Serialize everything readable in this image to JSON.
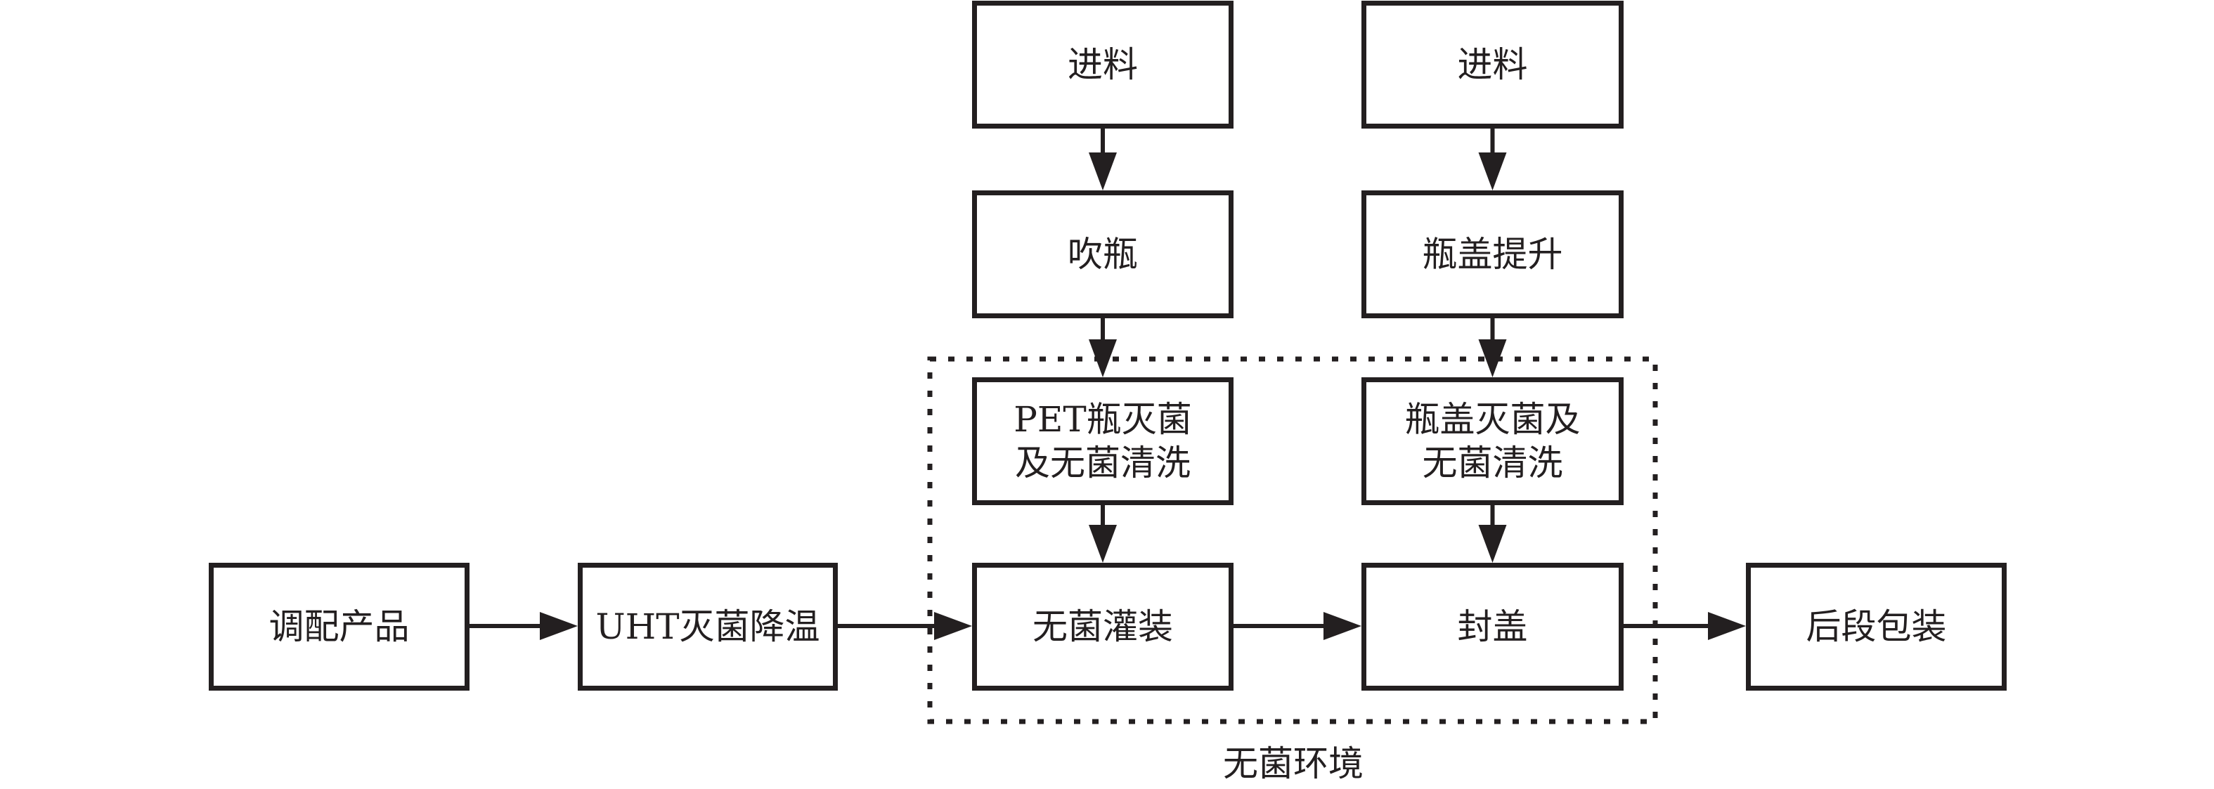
{
  "diagram": {
    "type": "process-flowchart",
    "colors": {
      "stroke": "#231f20",
      "background": "#ffffff"
    },
    "nodes": {
      "feed_bottle": "进料",
      "blow_bottle": "吹瓶",
      "pet_sterilize": "PET瓶灭菌\n及无菌清洗",
      "aseptic_fill": "无菌灌装",
      "feed_cap": "进料",
      "cap_lift": "瓶盖提升",
      "cap_sterilize": "瓶盖灭菌及\n无菌清洗",
      "capping": "封盖",
      "prepare_product": "调配产品",
      "uht": "UHT灭菌降温",
      "post_packaging": "后段包装"
    },
    "zone": {
      "label": "无菌环境",
      "contains": [
        "pet_sterilize",
        "aseptic_fill",
        "cap_sterilize",
        "capping"
      ]
    },
    "edges": [
      {
        "from": "feed_bottle",
        "to": "blow_bottle"
      },
      {
        "from": "blow_bottle",
        "to": "pet_sterilize"
      },
      {
        "from": "pet_sterilize",
        "to": "aseptic_fill"
      },
      {
        "from": "feed_cap",
        "to": "cap_lift"
      },
      {
        "from": "cap_lift",
        "to": "cap_sterilize"
      },
      {
        "from": "cap_sterilize",
        "to": "capping"
      },
      {
        "from": "prepare_product",
        "to": "uht"
      },
      {
        "from": "uht",
        "to": "aseptic_fill"
      },
      {
        "from": "aseptic_fill",
        "to": "capping"
      },
      {
        "from": "capping",
        "to": "post_packaging"
      }
    ]
  }
}
